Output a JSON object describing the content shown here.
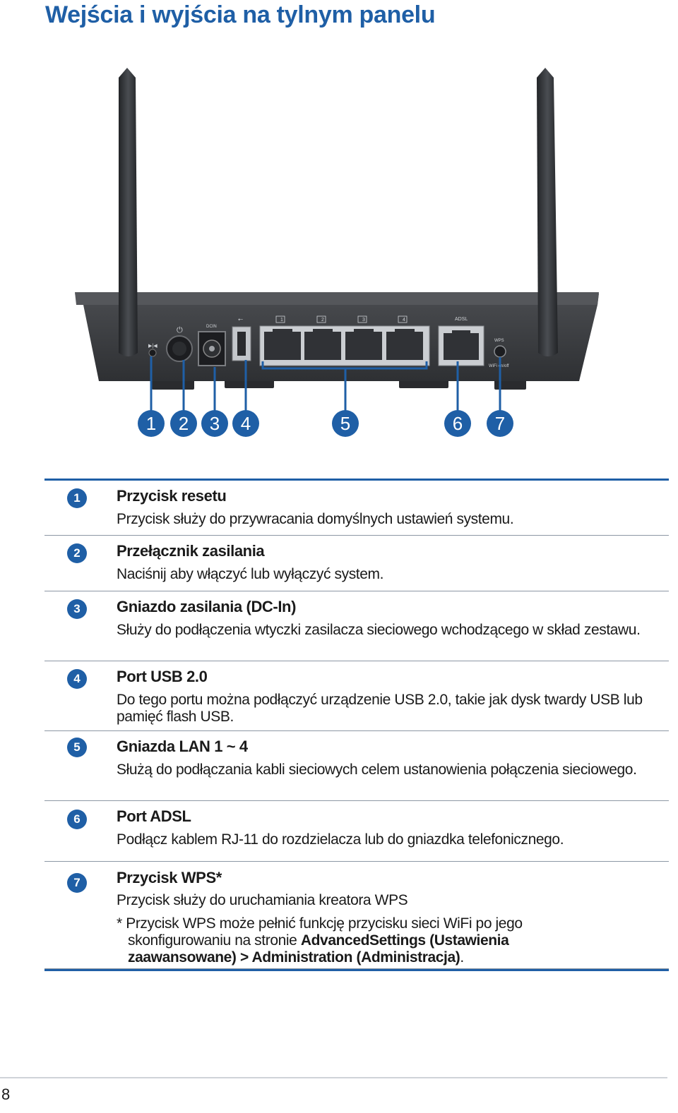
{
  "page": {
    "title": "Wejścia i wyjścia na tylnym panelu",
    "page_number": "8"
  },
  "figure": {
    "port_labels": {
      "dcin": "DCIN",
      "adsl": "ADSL",
      "wps": "WPS",
      "wifi": "WiFi on/off",
      "lan": [
        "1",
        "2",
        "3",
        "4"
      ]
    },
    "callouts": [
      "1",
      "2",
      "3",
      "4",
      "5",
      "6",
      "7"
    ],
    "colors": {
      "accent": "#1f5fa6",
      "router_body": "#3b3d40",
      "antenna": "#2c2e31"
    }
  },
  "items": [
    {
      "num": "1",
      "title": "Przycisk resetu",
      "desc": "Przycisk służy do przywracania domyślnych ustawień systemu."
    },
    {
      "num": "2",
      "title": "Przełącznik zasilania",
      "desc": "Naciśnij aby włączyć lub wyłączyć system."
    },
    {
      "num": "3",
      "title": "Gniazdo zasilania (DC-In)",
      "desc": "Służy do podłączenia wtyczki zasilacza sieciowego wchodzącego w skład zestawu."
    },
    {
      "num": "4",
      "title": "Port USB 2.0",
      "desc": "Do tego portu można podłączyć urządzenie USB 2.0, takie jak dysk twardy USB lub pamięć flash USB."
    },
    {
      "num": "5",
      "title": "Gniazda LAN 1 ~ 4",
      "desc": "Służą do podłączania kabli sieciowych celem ustanowienia połączenia sieciowego."
    },
    {
      "num": "6",
      "title": "Port ADSL",
      "desc": "Podłącz kablem RJ-11 do rozdzielacza lub do gniazdka telefonicznego."
    },
    {
      "num": "7",
      "title": "Przycisk WPS*",
      "desc": "Przycisk służy do uruchamiania kreatora WPS",
      "note_prefix": "* Przycisk WPS może pełnić funkcję przycisku sieci WiFi po jego skonfigurowaniu na stronie ",
      "note_bold": "AdvancedSettings (Ustawienia zaawansowane) > Administration (Administracja)",
      "note_suffix": "."
    }
  ]
}
